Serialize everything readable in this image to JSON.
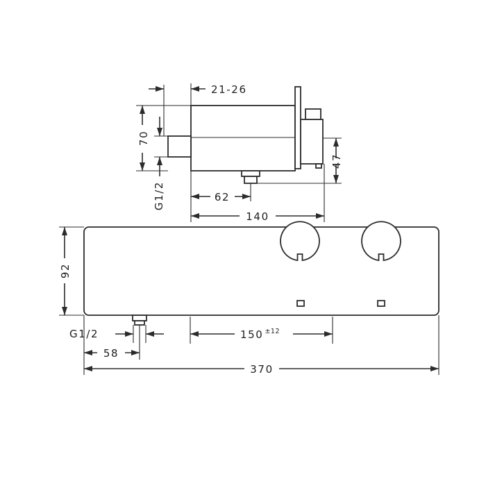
{
  "side_view": {
    "dim_depth_range": "21-26",
    "dim_height": "70",
    "dim_inlet_thread": "G1/2",
    "dim_outlet_height": "47",
    "dim_outlet_offset": "62",
    "dim_total_depth": "140"
  },
  "front_view": {
    "dim_height": "92",
    "dim_inlet_thread": "G1/2",
    "dim_inlet_offset": "58",
    "dim_handle_spacing": "150",
    "dim_handle_spacing_tolerance": "±12",
    "dim_total_width": "370"
  },
  "colors": {
    "line": "#2b2b2b",
    "background": "#ffffff"
  }
}
